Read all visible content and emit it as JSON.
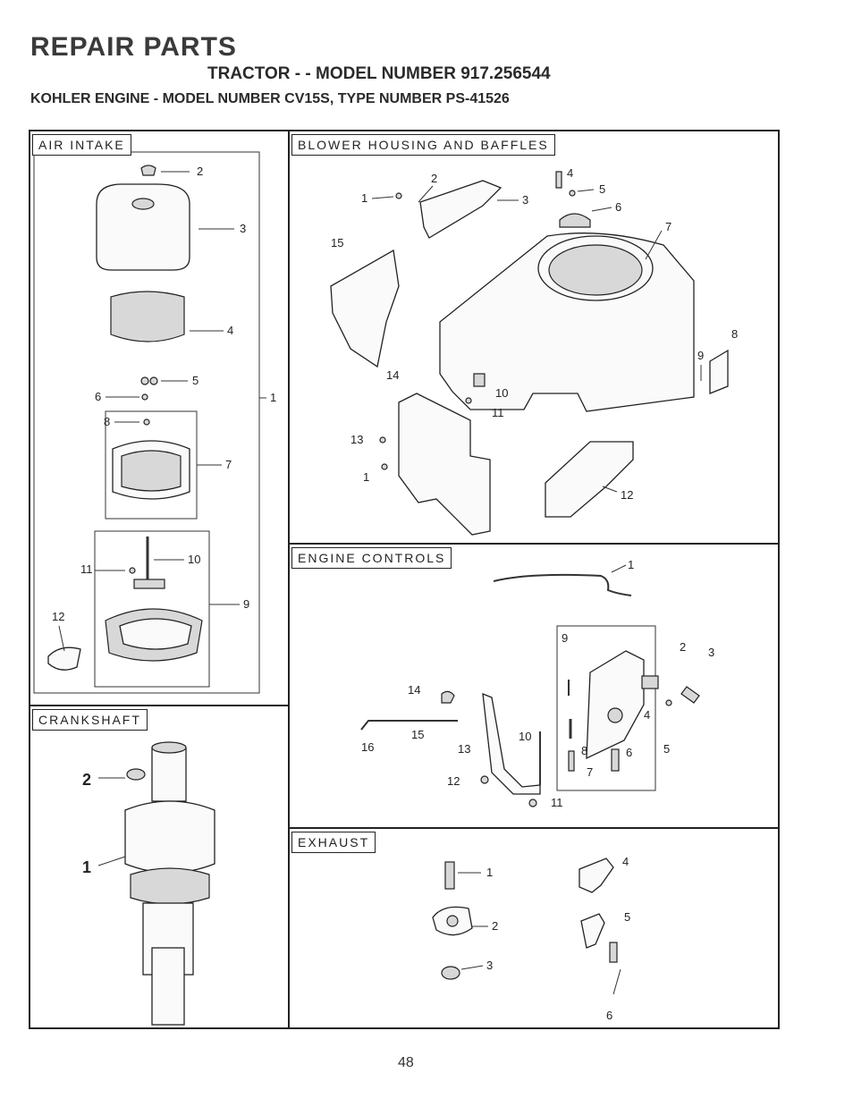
{
  "header": {
    "title": "REPAIR PARTS",
    "subtitle": "TRACTOR - - MODEL NUMBER 917.256544",
    "engine": "KOHLER ENGINE - MODEL NUMBER CV15S, TYPE NUMBER PS-41526"
  },
  "sections": {
    "air_intake": "AIR INTAKE",
    "blower_housing": "BLOWER HOUSING AND BAFFLES",
    "engine_controls": "ENGINE CONTROLS",
    "crankshaft": "CRANKSHAFT",
    "exhaust": "EXHAUST"
  },
  "callouts": {
    "air_intake": [
      "2",
      "3",
      "4",
      "5",
      "6",
      "1",
      "8",
      "7",
      "10",
      "11",
      "9",
      "12"
    ],
    "blower": [
      "2",
      "4",
      "1",
      "3",
      "5",
      "6",
      "7",
      "15",
      "8",
      "9",
      "14",
      "10",
      "11",
      "13",
      "1",
      "12"
    ],
    "controls": [
      "1",
      "9",
      "2",
      "3",
      "14",
      "4",
      "16",
      "15",
      "13",
      "10",
      "8",
      "6",
      "5",
      "7",
      "12",
      "11"
    ],
    "crankshaft": [
      "2",
      "1"
    ],
    "exhaust": [
      "1",
      "4",
      "2",
      "5",
      "3",
      "6"
    ]
  },
  "footer": {
    "page_number": "48"
  }
}
